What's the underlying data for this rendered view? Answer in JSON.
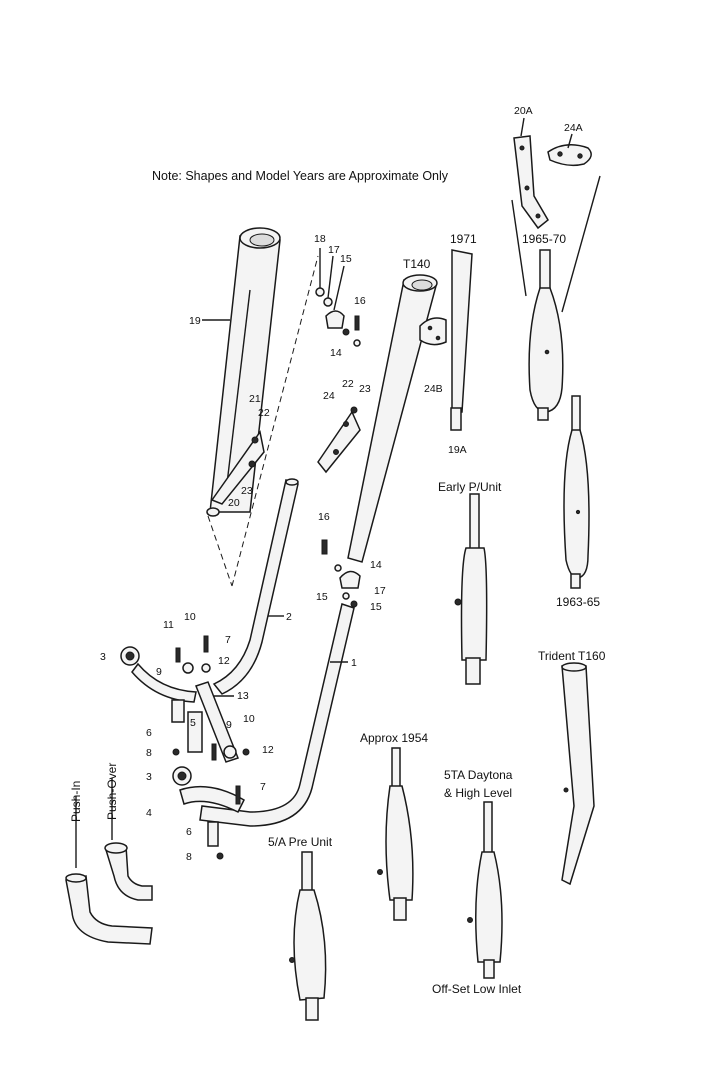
{
  "note": "Note: Shapes and Model Years are Approximate Only",
  "captions": {
    "c1971": "1971",
    "t140": "T140",
    "c1965_70": "1965-70",
    "early_punit": "Early P/Unit",
    "c1963_65": "1963-65",
    "trident": "Trident T160",
    "approx1954": "Approx 1954",
    "daytona_line1": "5TA Daytona",
    "daytona_line2": "& High Level",
    "preunit": "5/A Pre Unit",
    "offset": "Off-Set Low Inlet",
    "push_in": "Push-In",
    "push_over": "Push-Over"
  },
  "part_numbers": {
    "p1": "1",
    "p2": "2",
    "p3a": "3",
    "p3b": "3",
    "p4": "4",
    "p5": "5",
    "p6a": "6",
    "p6b": "6",
    "p7a": "7",
    "p7b": "7",
    "p8a": "8",
    "p8b": "8",
    "p9a": "9",
    "p9b": "9",
    "p10a": "10",
    "p10b": "10",
    "p11": "11",
    "p12a": "12",
    "p12b": "12",
    "p13": "13",
    "p14a": "14",
    "p14b": "14",
    "p15a": "15",
    "p15b": "15",
    "p15c": "15",
    "p16a": "16",
    "p16b": "16",
    "p17a": "17",
    "p17b": "17",
    "p18": "18",
    "p19": "19",
    "p19a": "19A",
    "p20": "20",
    "p20a": "20A",
    "p21": "21",
    "p22a": "22",
    "p22b": "22",
    "p23a": "23",
    "p23b": "23",
    "p24": "24",
    "p24a": "24A",
    "p24b": "24B"
  }
}
